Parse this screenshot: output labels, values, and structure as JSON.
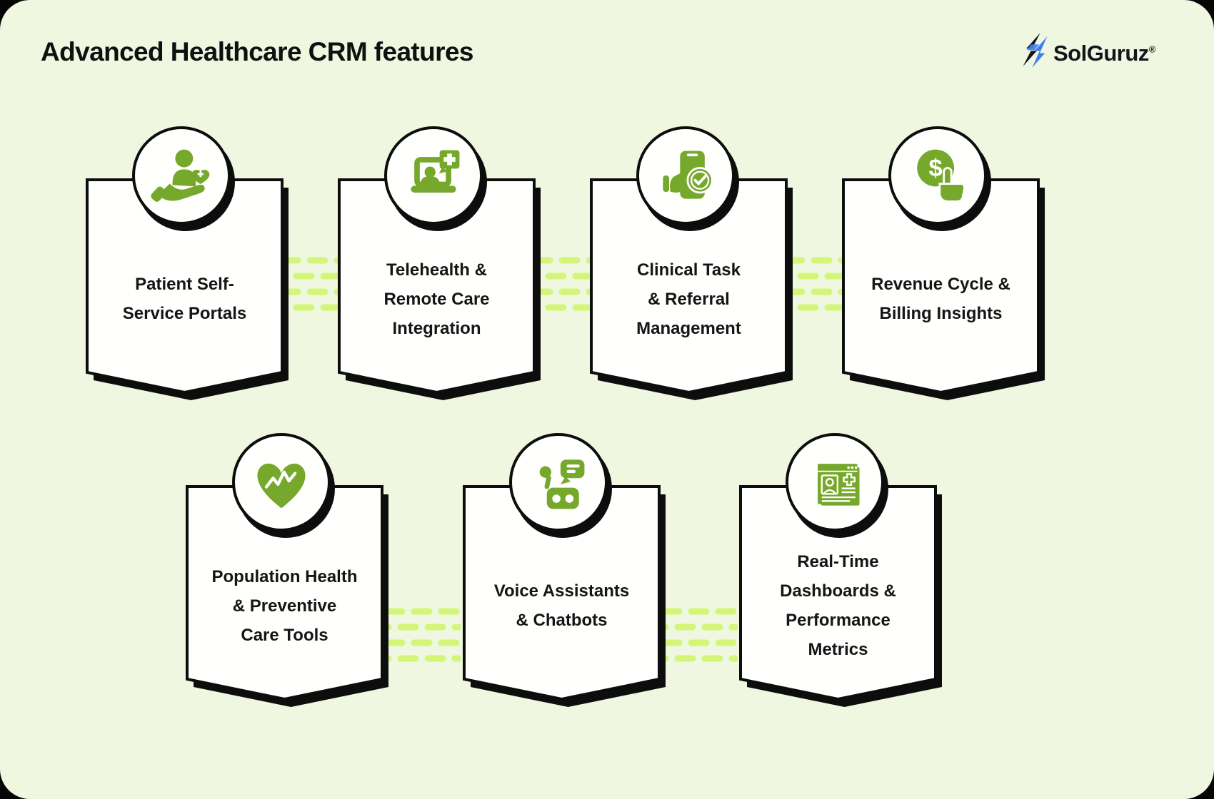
{
  "header": {
    "title": "Advanced Healthcare CRM features",
    "brand": "SolGuruz",
    "registered": "®"
  },
  "colors": {
    "panel_background": "#eff7e0",
    "card_fill": "#fffffd",
    "outline": "#0d0d0d",
    "icon_green": "#76a82b",
    "dash_lime": "#d4f678",
    "logo_blue": "#3e7ff0"
  },
  "cards": [
    {
      "id": "patient-self-service-portals",
      "icon": "patient-care-icon",
      "title": "Patient Self-\nService Portals"
    },
    {
      "id": "telehealth-remote-care",
      "icon": "telehealth-laptop-icon",
      "title": "Telehealth &\nRemote Care\nIntegration"
    },
    {
      "id": "clinical-task-referral",
      "icon": "clinical-task-phone-icon",
      "title": "Clinical Task\n& Referral\nManagement"
    },
    {
      "id": "revenue-cycle-billing",
      "icon": "billing-coin-icon",
      "title": "Revenue Cycle &\nBilling Insights"
    },
    {
      "id": "population-health",
      "icon": "heart-pulse-icon",
      "title": "Population Health\n& Preventive\nCare Tools"
    },
    {
      "id": "voice-assistants-chatbots",
      "icon": "chatbot-robot-icon",
      "title": "Voice Assistants\n& Chatbots"
    },
    {
      "id": "real-time-dashboards",
      "icon": "dashboard-report-icon",
      "title": "Real-Time\nDashboards &\nPerformance\nMetrics"
    }
  ]
}
